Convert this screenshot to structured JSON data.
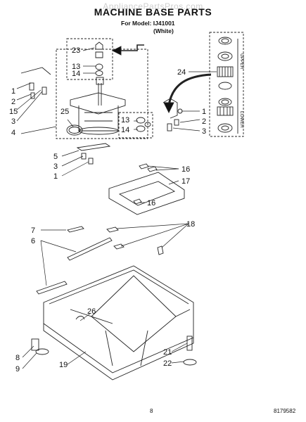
{
  "watermark": "AppliancePartsPros.com",
  "header": {
    "title": "MACHINE BASE PARTS",
    "model_line": "For Model: IJ41001",
    "color": "(White)"
  },
  "callouts": [
    "23",
    "13",
    "14",
    "1",
    "2",
    "15",
    "3",
    "4",
    "25",
    "24",
    "1",
    "2",
    "3",
    "13",
    "14",
    "5",
    "3",
    "1",
    "16",
    "17",
    "16",
    "7",
    "18",
    "6",
    "26",
    "8",
    "9",
    "19",
    "21",
    "22"
  ],
  "side_labels": {
    "upper": "UPPER",
    "lower": "LOWER"
  },
  "footer": {
    "page_number": "8",
    "doc_number": "8179582"
  }
}
